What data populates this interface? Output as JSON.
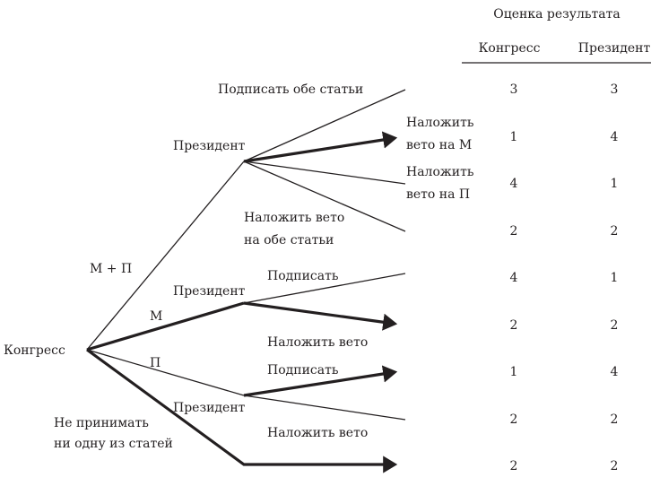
{
  "table": {
    "title": "Оценка результата",
    "columns": [
      "Конгресс",
      "Президент"
    ],
    "rows": [
      [
        "3",
        "3"
      ],
      [
        "1",
        "4"
      ],
      [
        "4",
        "1"
      ],
      [
        "2",
        "2"
      ],
      [
        "4",
        "1"
      ],
      [
        "2",
        "2"
      ],
      [
        "1",
        "4"
      ],
      [
        "2",
        "2"
      ],
      [
        "2",
        "2"
      ]
    ]
  },
  "tree": {
    "root": "Конгресс",
    "congress_moves": {
      "both": "М + П",
      "m": "М",
      "p": "П",
      "none_line1": "Не принимать",
      "none_line2": "ни одну из статей"
    },
    "president_node": "Президент",
    "top_moves": {
      "sign_both": "Подписать обе статьи",
      "veto_m_1": "Наложить",
      "veto_m_2": "вето на М",
      "veto_p_1": "Наложить",
      "veto_p_2": "вето на П",
      "veto_both_1": "Наложить вето",
      "veto_both_2": "на обе статьи"
    },
    "sign": "Подписать",
    "veto": "Наложить вето"
  },
  "colors": {
    "ink": "#231f20"
  }
}
